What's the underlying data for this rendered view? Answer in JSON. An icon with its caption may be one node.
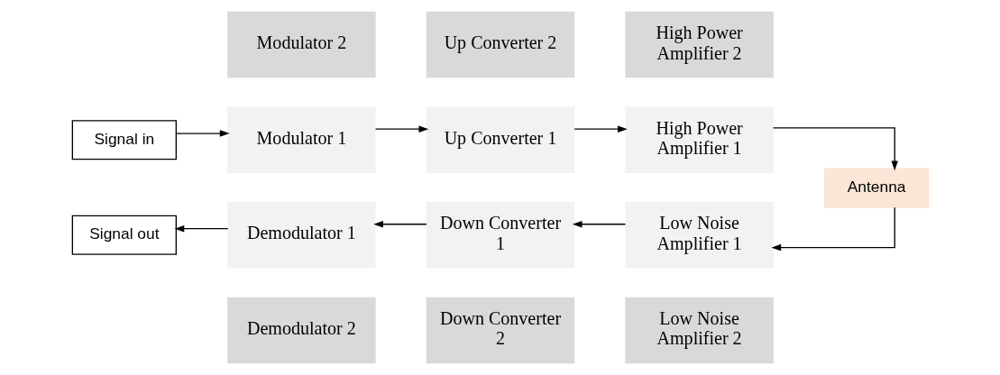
{
  "diagram": {
    "nodes": [
      {
        "text": [
          "Modulator 2"
        ]
      },
      {
        "text": [
          "Up Converter 2"
        ]
      },
      {
        "text": [
          "High Power Amplifier 2"
        ]
      },
      {
        "text": [
          "Signal in"
        ]
      },
      {
        "text": [
          "Modulator 1"
        ]
      },
      {
        "text": [
          "Up Converter 1"
        ]
      },
      {
        "text": [
          "High Power Amplifier 1"
        ]
      },
      {
        "text": [
          "Antenna"
        ]
      },
      {
        "text": [
          "Signal out"
        ]
      },
      {
        "text": [
          "Demodulator 1"
        ]
      },
      {
        "text": [
          "Down Converter 1"
        ]
      },
      {
        "text": [
          "Low Noise Amplifier 1"
        ]
      },
      {
        "text": [
          "Demodulator 2"
        ]
      },
      {
        "text": [
          "Down Converter 2"
        ]
      },
      {
        "text": [
          "Low Noise Amplifier 2"
        ]
      }
    ],
    "edges": [
      {
        "from": 3,
        "to": 4,
        "arrow": "to"
      },
      {
        "from": 4,
        "to": 5,
        "arrow": "to"
      },
      {
        "from": 5,
        "to": 6,
        "arrow": "to"
      },
      {
        "from": 6,
        "to": 7,
        "arrow": "to"
      },
      {
        "from": 7,
        "to": 11,
        "arrow": "to"
      },
      {
        "from": 11,
        "to": 10,
        "arrow": "to"
      },
      {
        "from": 10,
        "to": 9,
        "arrow": "to"
      },
      {
        "from": 9,
        "to": 8,
        "arrow": "to"
      }
    ]
  }
}
